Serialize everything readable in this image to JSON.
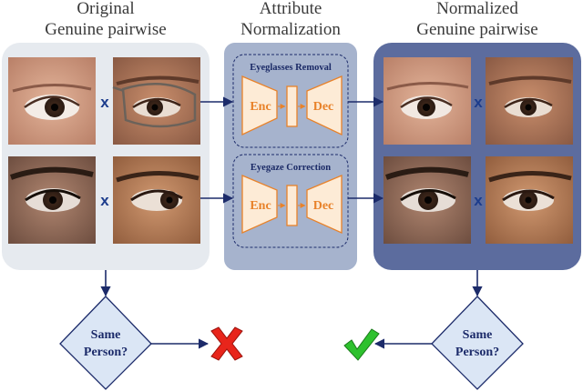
{
  "titles": {
    "left": [
      "Original",
      "Genuine pairwise"
    ],
    "middle": [
      "Attribute",
      "Normalization"
    ],
    "right": [
      "Normalized",
      "Genuine pairwise"
    ]
  },
  "modules": [
    {
      "title": "Eyeglasses Removal",
      "encoder": "Enc",
      "decoder": "Dec"
    },
    {
      "title": "Eyegaze Correction",
      "encoder": "Enc",
      "decoder": "Dec"
    }
  ],
  "pair_operator": "x",
  "decisions": {
    "left": {
      "line1": "Same",
      "line2": "Person?",
      "result": "cross-icon"
    },
    "right": {
      "line1": "Same",
      "line2": "Person?",
      "result": "check-icon"
    }
  },
  "colors": {
    "left_panel": "#e6eaef",
    "middle_panel": "#a6b3cd",
    "right_panel": "#5c6c9e",
    "diamond": "#dbe6f5",
    "arrow": "#1c2b6a",
    "enc_dec_fill": "#fdebd6",
    "enc_dec_text": "#e8822a",
    "cross": "#e8251b",
    "check": "#2ec12e"
  }
}
